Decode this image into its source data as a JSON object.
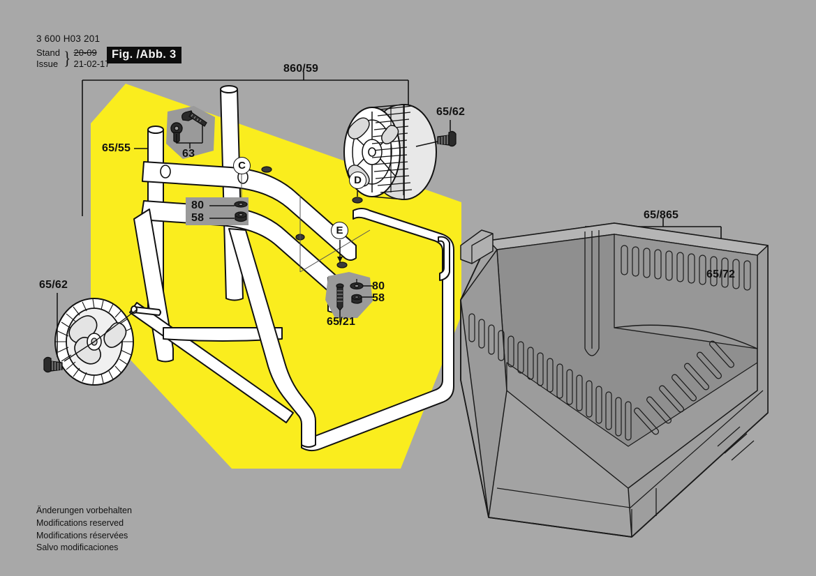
{
  "header": {
    "part_number": "3 600 H03 201",
    "row1_label": "Stand",
    "row2_label": "Issue",
    "date_old": "20-09",
    "date_new": "21-02-17",
    "figure_badge": "Fig. /Abb. 3"
  },
  "footer": {
    "line_de": "Änderungen vorbehalten",
    "line_en": "Modifications reserved",
    "line_fr": "Modifications réservées",
    "line_es": "Salvo modificaciones"
  },
  "callouts": {
    "frame_assembly": "860/59",
    "upper_tube": "65/55",
    "grommet_screw": "63",
    "wheel_screw_right": "65/62",
    "wheel_screw_left": "65/62",
    "washer_upper": "80",
    "nut_upper": "58",
    "washer_lower": "80",
    "nut_lower": "58",
    "bolt_lower": "65/21",
    "grassbox": "65/865",
    "grassbox_pin": "65/72"
  },
  "markers": {
    "c": "C",
    "d": "D",
    "e": "E"
  },
  "colors": {
    "background": "#a8a8a8",
    "highlight": "#faed1e",
    "inset": "#9a9a9a",
    "line": "#111111",
    "part_fill": "#ffffff",
    "badge_bg": "#0d0d0d"
  }
}
